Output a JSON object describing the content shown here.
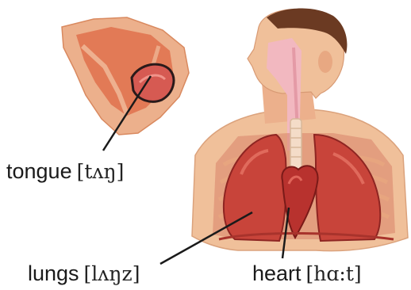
{
  "labels": {
    "tongue": {
      "word": "tongue",
      "ipa": "[tʌŋ]"
    },
    "lungs": {
      "word": "lungs",
      "ipa": "[lʌŋz]"
    },
    "heart": {
      "word": "heart",
      "ipa": "[hɑ:t]"
    }
  },
  "colors": {
    "skin": "#f0c09a",
    "skin_shade": "#e49a72",
    "muscle": "#e06a4c",
    "lung": "#c8443a",
    "lung_dark": "#9a2a26",
    "hair": "#6b3a22",
    "airway": "#f2b8c0",
    "line": "#1a1a1a"
  }
}
